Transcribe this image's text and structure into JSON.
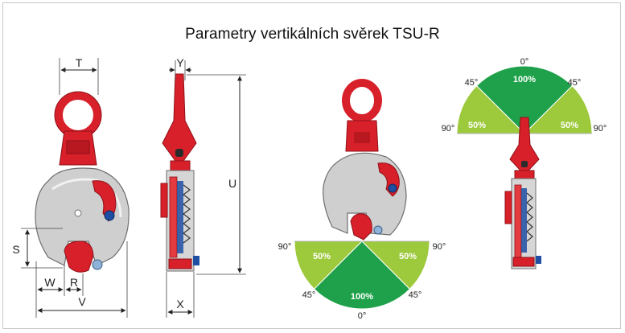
{
  "title": "Parametry vertikálních svěrek TSU-R",
  "dimensions": {
    "T": "T",
    "Y": "Y",
    "U": "U",
    "S": "S",
    "W": "W",
    "R": "R",
    "V": "V",
    "X": "X"
  },
  "top_fan": {
    "angle_0": "0°",
    "angle_45_left": "45°",
    "angle_45_right": "45°",
    "angle_90_left": "90°",
    "angle_90_right": "90°",
    "center_pct": "100%",
    "left_pct": "50%",
    "right_pct": "50%"
  },
  "bottom_fan": {
    "angle_0": "0°",
    "angle_45_left": "45°",
    "angle_45_right": "45°",
    "angle_90_left": "90°",
    "angle_90_right": "90°",
    "center_pct": "100%",
    "left_pct": "50%",
    "right_pct": "50%"
  },
  "colors": {
    "clamp_red": "#d8202a",
    "body_grey": "#c9c9c9",
    "light_green": "#9dc93c",
    "dark_green": "#1ea14a",
    "blue": "#1f4fa3"
  }
}
